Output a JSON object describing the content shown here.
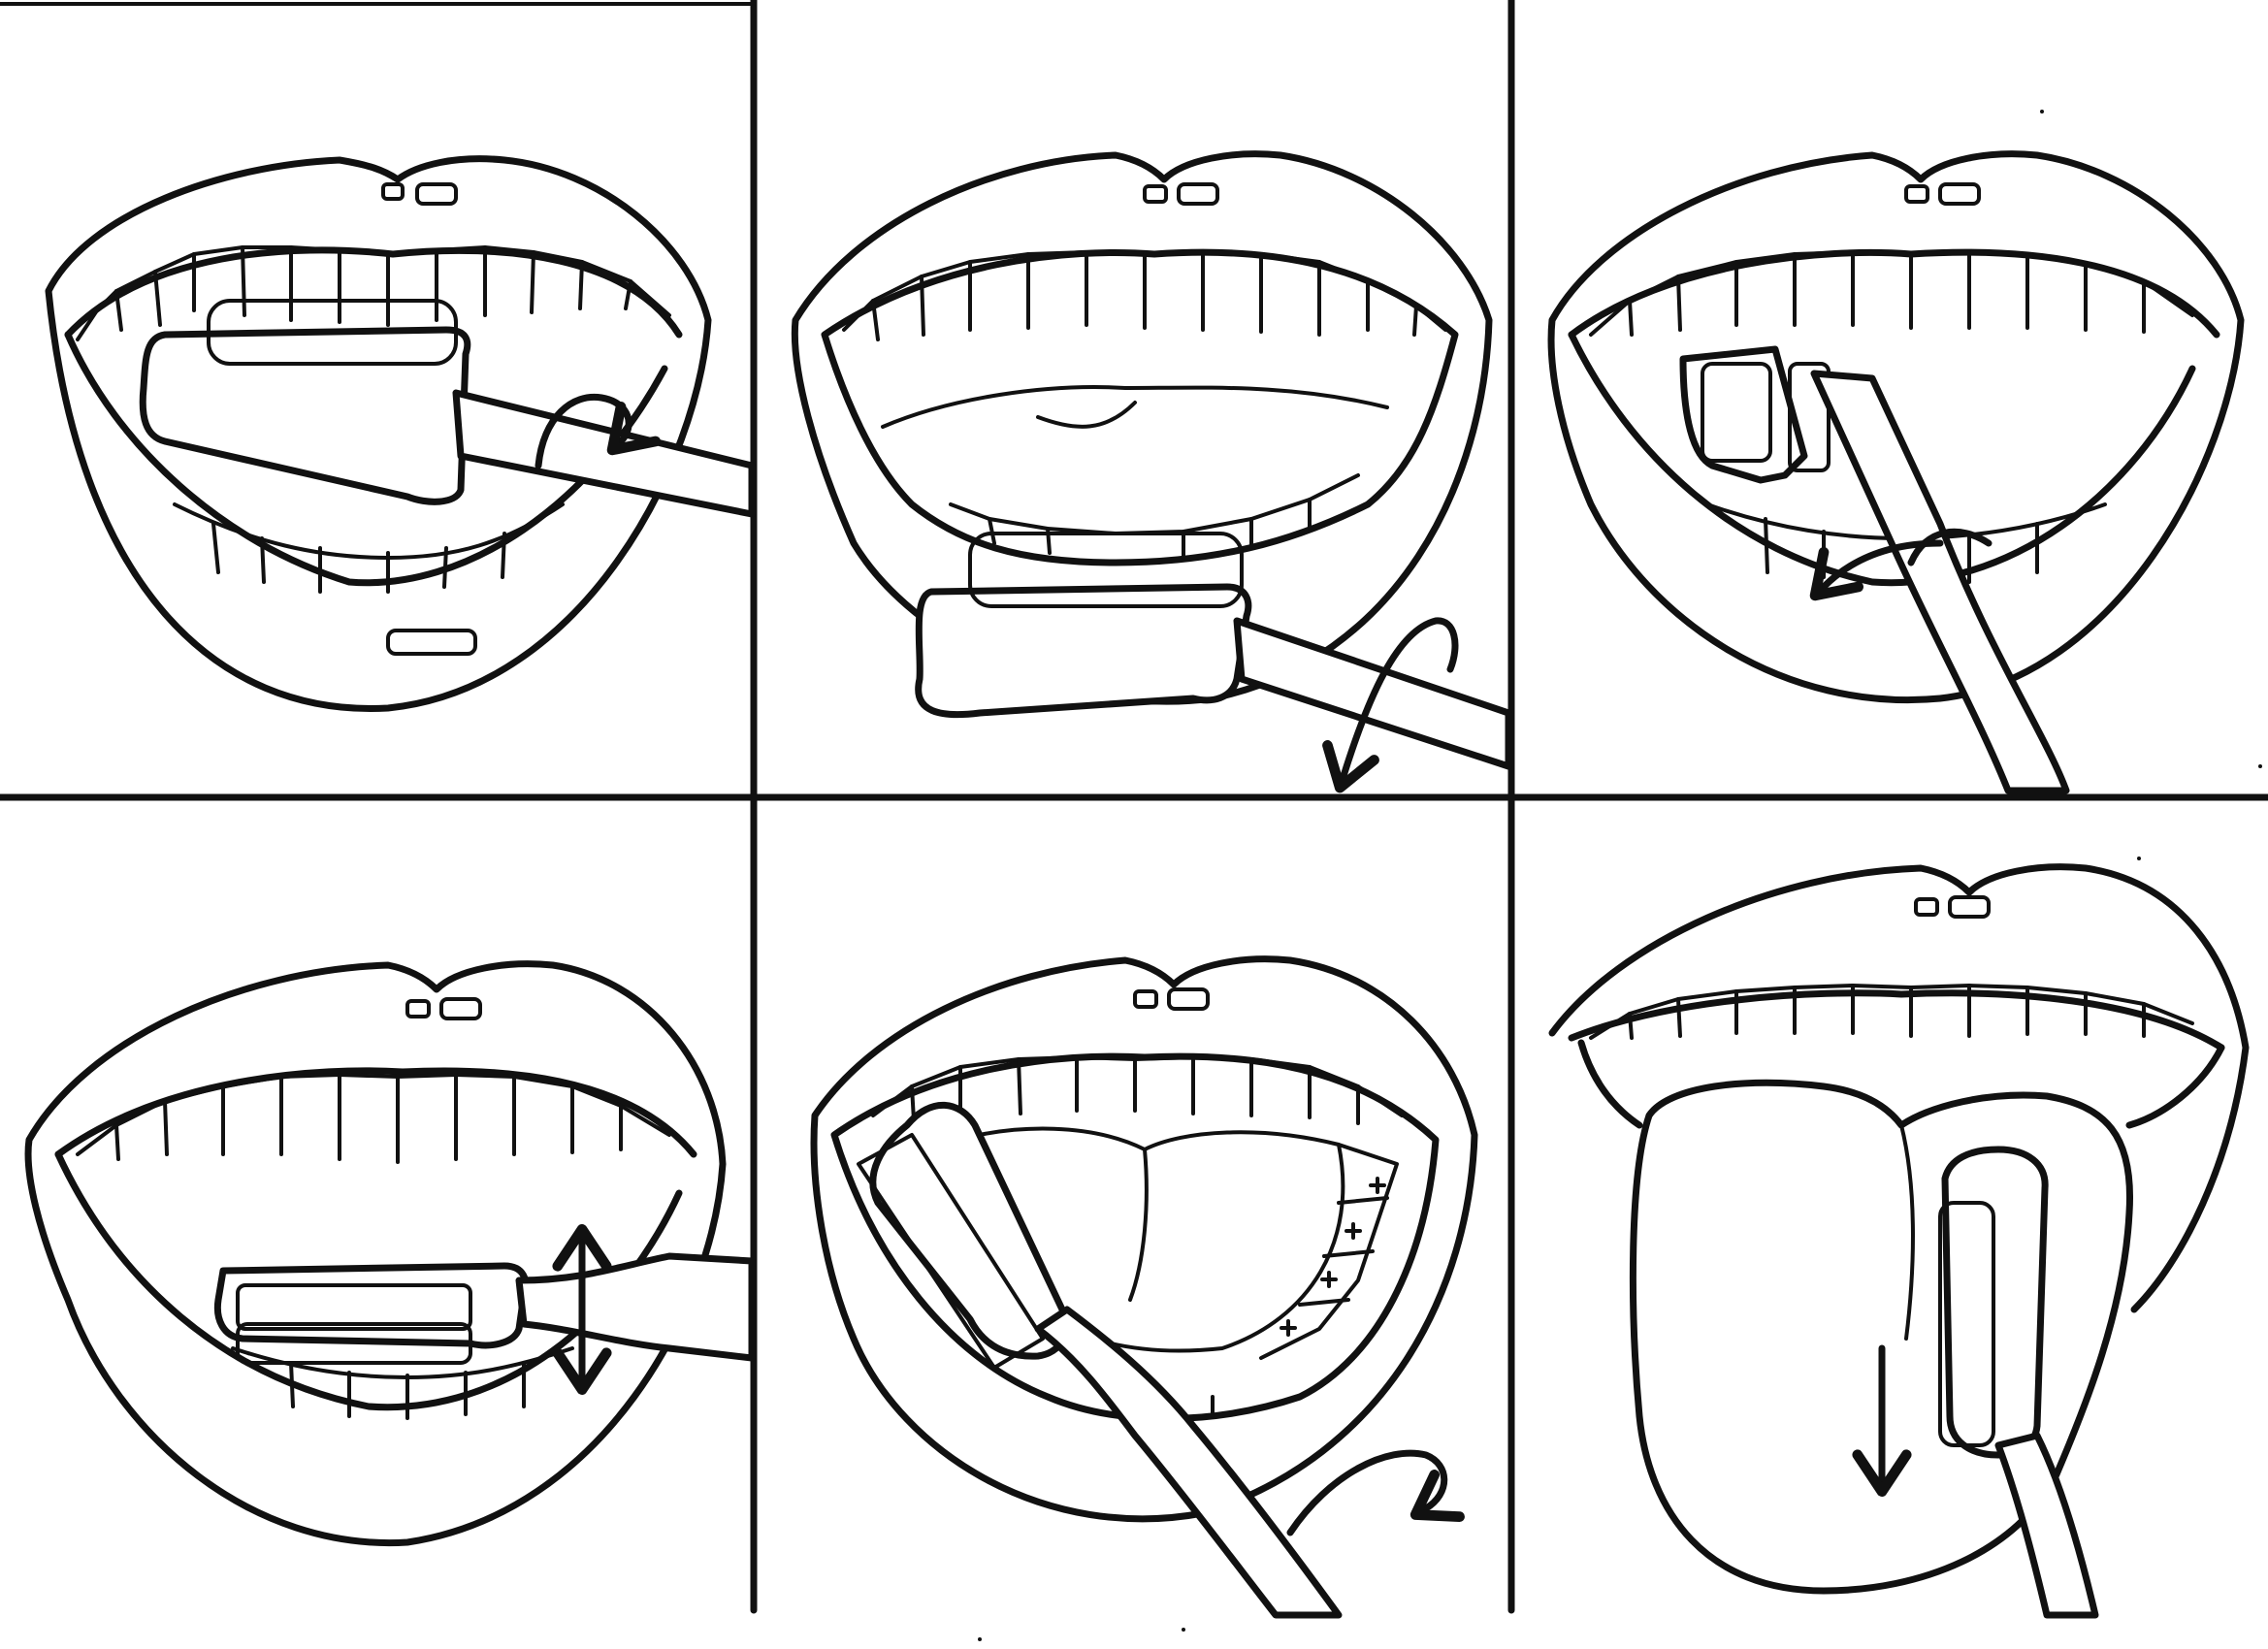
{
  "sheet": {
    "background": "#ffffff",
    "ink": "#111111",
    "grid": {
      "rows": 2,
      "columns": 3
    }
  },
  "panels": [
    {
      "id": "outer-upper-teeth",
      "mouth": "smile",
      "brush": "horizontal-upper",
      "motion": "roll-down",
      "icons": [
        "toothbrush-icon",
        "curved-arrow-icon"
      ]
    },
    {
      "id": "outer-lower-teeth",
      "mouth": "wide-open",
      "brush": "horizontal-lower",
      "motion": "roll-up",
      "icons": [
        "toothbrush-icon",
        "curved-arrow-icon"
      ]
    },
    {
      "id": "inner-front-teeth",
      "mouth": "smile",
      "brush": "vertical",
      "motion": "flick",
      "icons": [
        "toothbrush-icon",
        "curved-arrow-icon"
      ]
    },
    {
      "id": "chewing-surfaces",
      "mouth": "smile",
      "brush": "horizontal-paste",
      "motion": "back-and-forth",
      "icons": [
        "toothbrush-icon",
        "double-arrow-icon"
      ]
    },
    {
      "id": "inner-lower-teeth",
      "mouth": "open-tongue",
      "brush": "diagonal",
      "motion": "flick",
      "icons": [
        "toothbrush-icon",
        "curved-arrow-icon",
        "plus-marks-icon"
      ]
    },
    {
      "id": "tongue",
      "mouth": "tongue-out",
      "brush": "tongue-brush",
      "motion": "down",
      "icons": [
        "toothbrush-icon",
        "down-arrow-icon"
      ]
    }
  ]
}
